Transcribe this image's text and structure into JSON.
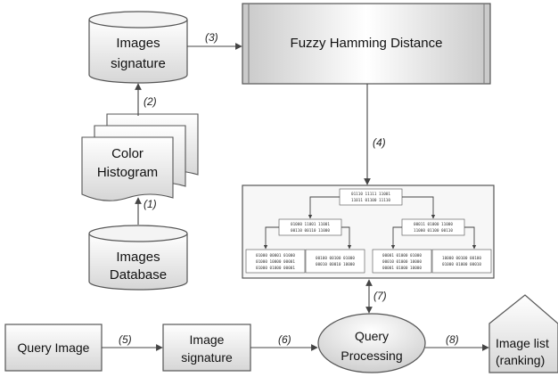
{
  "nodes": {
    "images_signature": [
      "Images",
      "signature"
    ],
    "color_histogram": [
      "Color",
      "Histogram"
    ],
    "images_database": [
      "Images",
      "Database"
    ],
    "fuzzy_hamming": "Fuzzy Hamming Distance",
    "query_image": "Query Image",
    "image_signature": [
      "Image",
      "signature"
    ],
    "query_processing": [
      "Query",
      "Processing"
    ],
    "image_list": [
      "Image list",
      "(ranking)"
    ]
  },
  "steps": [
    "(1)",
    "(2)",
    "(3)",
    "(4)",
    "(5)",
    "(6)",
    "(7)",
    "(8)"
  ],
  "tree": {
    "root": [
      "01110 11111 11001",
      "11011 01100 11110"
    ],
    "left": [
      "01000 11001 11001",
      "00110 00110 11000"
    ],
    "right": [
      "00011 01000 11000",
      "11000 01100 00110"
    ],
    "leaf1": [
      "01000 00001 01000",
      "01000 10000 00001",
      "01000 01000 00001"
    ],
    "leaf2": [
      "00100 00100 01000",
      "00010 00010 10000"
    ],
    "leaf3": [
      "00001 01000 01000",
      "00010 01000 10000",
      "00001 01000 10000"
    ],
    "leaf4": [
      "10000 00100 00100",
      "01000 01000 00010"
    ]
  },
  "colors": {
    "stroke": "#555555",
    "fill_top": "#ffffff",
    "fill_bottom": "#d9d9d9"
  }
}
